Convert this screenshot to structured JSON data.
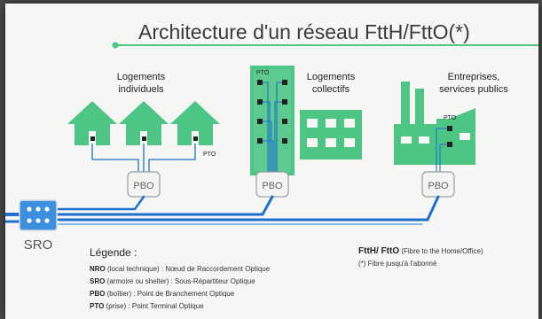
{
  "title": "Architecture d'un réseau FttH/FttO(*)",
  "groups": {
    "individual": "Logements individuels",
    "individual_lines": [
      "Logements",
      "individuels"
    ],
    "collective_lines": [
      "Logements",
      "collectifs"
    ],
    "enterprise_lines": [
      "Entreprises,",
      "services publics"
    ]
  },
  "labels": {
    "pto": "PTO",
    "pbo": "PBO",
    "sro": "SRO"
  },
  "legend": {
    "title": "Légende :",
    "items": [
      {
        "term": "NRO",
        "detail": " (local technique) : Nœud de Raccordement Optique"
      },
      {
        "term": "SRO",
        "detail": " (armoire ou shelter) : Sous-Répartiteur Optique"
      },
      {
        "term": "PBO",
        "detail": " (boîtier) : Point de Branchement Optique"
      },
      {
        "term": "PTO",
        "detail": " (prise) : Point Terminal Optique"
      }
    ],
    "ftth_term": "FttH/ FttO",
    "ftth_detail": " (Fibre to the Home/Office)",
    "footnote": "(*) Fibre jusqu'à l'abonné"
  },
  "colors": {
    "green": "#4cc585",
    "fiber": "#1f6fcf",
    "fiber_light": "#5aa6e8",
    "box_border": "#9aa0a0",
    "background": "#f6f7f4"
  }
}
